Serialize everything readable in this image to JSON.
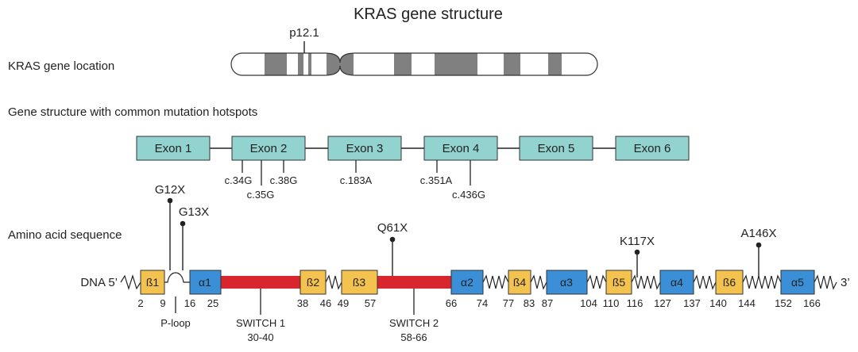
{
  "title": "KRAS gene structure",
  "location": {
    "section_label": "KRAS gene location",
    "band_label": "p12.1"
  },
  "gene": {
    "section_label": "Gene structure with common mutation hotspots",
    "exons": [
      "Exon 1",
      "Exon 2",
      "Exon 3",
      "Exon 4",
      "Exon 5",
      "Exon 6"
    ],
    "mutations": [
      "c.34G",
      "c.35G",
      "c.38G",
      "c.183A",
      "c.351A",
      "c.436G"
    ]
  },
  "protein": {
    "section_label": "Amino acid sequence",
    "dna_start": "DNA 5’",
    "dna_end": "3’",
    "elements": [
      "ß1",
      "α1",
      "ß2",
      "ß3",
      "α2",
      "ß4",
      "α3",
      "ß5",
      "α4",
      "ß6",
      "α5"
    ],
    "positions": [
      "2",
      "9",
      "16",
      "25",
      "38",
      "46",
      "49",
      "57",
      "66",
      "74",
      "77",
      "83",
      "87",
      "104",
      "110",
      "116",
      "127",
      "137",
      "140",
      "144",
      "152",
      "166"
    ],
    "hotspots": [
      "G12X",
      "G13X",
      "Q61X",
      "K117X",
      "A146X"
    ],
    "p_loop": "P-loop",
    "switch1": {
      "name": "SWITCH 1",
      "range": "30-40"
    },
    "switch2": {
      "name": "SWITCH 2",
      "range": "58-66"
    }
  },
  "colors": {
    "beta": "#f3c24f",
    "alpha": "#3b8fd6",
    "switch": "#d8262f",
    "exon": "#93d3cf",
    "chrom_dark": "#808080"
  }
}
